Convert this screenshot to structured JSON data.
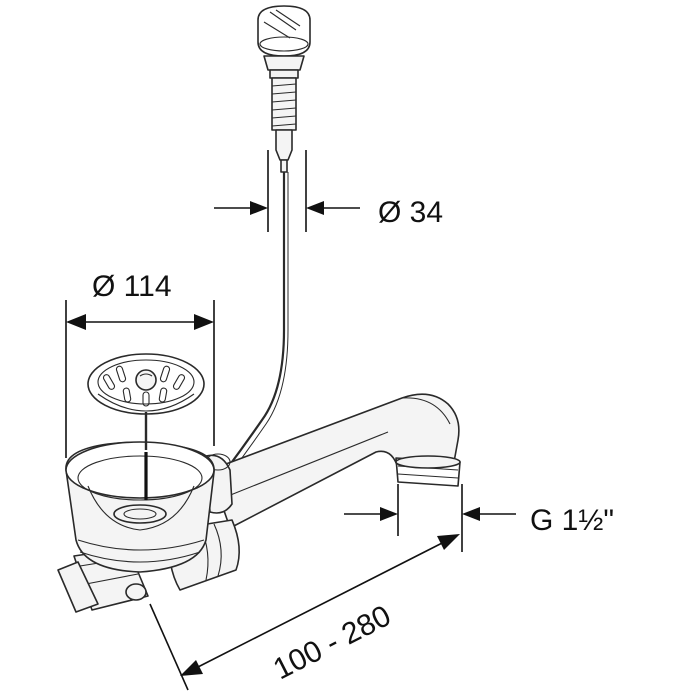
{
  "dimensions": {
    "cable_diameter": "Ø 34",
    "strainer_diameter": "Ø 114",
    "thread_size": "G 1½\"",
    "length_range": "100 - 280"
  },
  "colors": {
    "line": "#2a2a2a",
    "fill": "#f4f4f4",
    "background": "#ffffff"
  }
}
